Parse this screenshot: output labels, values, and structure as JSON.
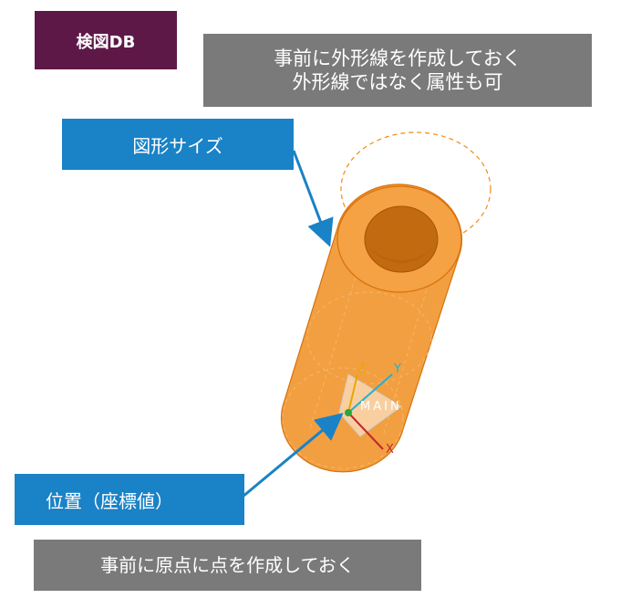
{
  "header": {
    "tag_label": "検図DB"
  },
  "notes": {
    "top_line1": "事前に外形線を作成しておく",
    "top_line2": "外形線ではなく属性も可",
    "bottom": "事前に原点に点を作成しておく"
  },
  "callouts": {
    "size_label": "図形サイズ",
    "position_label": "位置（座標値）"
  },
  "model": {
    "axis_z": "Z",
    "axis_y": "Y",
    "axis_x": "X",
    "coord_system_label": "MAIN"
  },
  "colors": {
    "tag_bg": "#5e1848",
    "note_bg": "#7a7a7a",
    "callout_bg": "#1a82c6",
    "cylinder_fill": "#ef8a17",
    "cylinder_edge": "#d8700a"
  }
}
